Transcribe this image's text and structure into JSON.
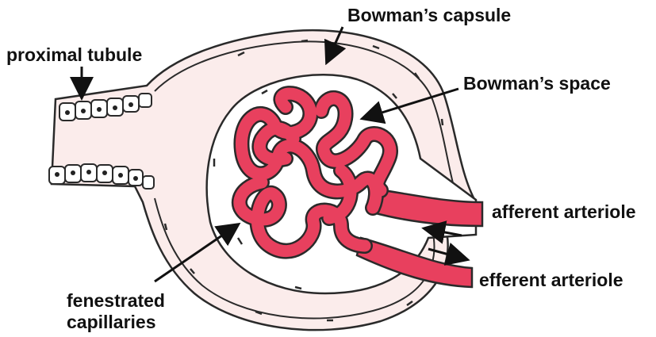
{
  "labels": {
    "proximal_tubule": "proximal tubule",
    "bowmans_capsule": "Bowman’s capsule",
    "bowmans_space": "Bowman’s space",
    "afferent_arteriole": "afferent arteriole",
    "efferent_arteriole": "efferent arteriole",
    "fenestrated_line1": "fenestrated",
    "fenestrated_line2": "capillaries"
  },
  "colors": {
    "capsule_fill": "#fbeceb",
    "vessel": "#e8405e",
    "outline": "#222222"
  }
}
